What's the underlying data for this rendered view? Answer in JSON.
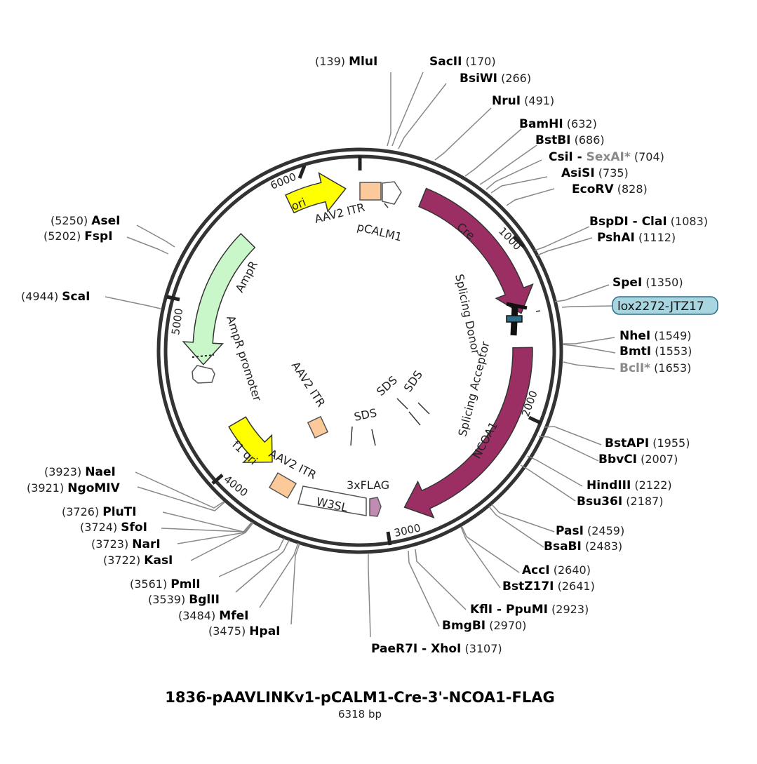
{
  "title": "1836-pAAVLINKv1-pCALM1-Cre-3'-NCOA1-FLAG",
  "length_label": "6318 bp",
  "total_bp": 6318,
  "tick_labels": [
    "1000",
    "2000",
    "3000",
    "4000",
    "5000",
    "6000"
  ],
  "highlighted_site": "lox2272-JTZ17",
  "colors": {
    "cre": "#9b2f63",
    "ncoa1": "#9b2f63",
    "ori": "#ffff00",
    "ampr": "#c9f7c9",
    "itr": "#fcc99a",
    "tag": "#c08cb1",
    "lox": "#2d6f8a",
    "highlight_box": "#a7d5e0"
  },
  "sites": [
    {
      "name": "MluI",
      "pos": "(139)"
    },
    {
      "name": "SacII",
      "pos": "(170)"
    },
    {
      "name": "BsiWI",
      "pos": "(266)"
    },
    {
      "name": "NruI",
      "pos": "(491)"
    },
    {
      "name": "BamHI",
      "pos": "(632)"
    },
    {
      "name": "BstBI",
      "pos": "(686)"
    },
    {
      "name": "CsiI - ",
      "name2": "SexAI*",
      "pos": "(704)"
    },
    {
      "name": "AsiSI",
      "pos": "(735)"
    },
    {
      "name": "EcoRV",
      "pos": "(828)"
    },
    {
      "name": "BspDI - ClaI",
      "pos": "(1083)"
    },
    {
      "name": "PshAI",
      "pos": "(1112)"
    },
    {
      "name": "SpeI",
      "pos": "(1350)"
    },
    {
      "name": "NheI",
      "pos": "(1549)"
    },
    {
      "name": "BmtI",
      "pos": "(1553)"
    },
    {
      "name": "BclI*",
      "pos": "(1653)"
    },
    {
      "name": "BstAPI",
      "pos": "(1955)"
    },
    {
      "name": "BbvCI",
      "pos": "(2007)"
    },
    {
      "name": "HindIII",
      "pos": "(2122)"
    },
    {
      "name": "Bsu36I",
      "pos": "(2187)"
    },
    {
      "name": "PasI",
      "pos": "(2459)"
    },
    {
      "name": "BsaBI",
      "pos": "(2483)"
    },
    {
      "name": "AccI",
      "pos": "(2640)"
    },
    {
      "name": "BstZ17I",
      "pos": "(2641)"
    },
    {
      "name": "KflI - PpuMI",
      "pos": "(2923)"
    },
    {
      "name": "BmgBI",
      "pos": "(2970)"
    },
    {
      "name": "PaeR7I - XhoI",
      "pos": "(3107)"
    },
    {
      "name": "HpaI",
      "pos": "(3475)"
    },
    {
      "name": "MfeI",
      "pos": "(3484)"
    },
    {
      "name": "BglII",
      "pos": "(3539)"
    },
    {
      "name": "PmlI",
      "pos": "(3561)"
    },
    {
      "name": "KasI",
      "pos": "(3722)"
    },
    {
      "name": "NarI",
      "pos": "(3723)"
    },
    {
      "name": "SfoI",
      "pos": "(3724)"
    },
    {
      "name": "PluTI",
      "pos": "(3726)"
    },
    {
      "name": "NgoMIV",
      "pos": "(3921)"
    },
    {
      "name": "NaeI",
      "pos": "(3923)"
    },
    {
      "name": "ScaI",
      "pos": "(4944)"
    },
    {
      "name": "FspI",
      "pos": "(5202)"
    },
    {
      "name": "AseI",
      "pos": "(5250)"
    }
  ],
  "features": [
    {
      "name": "Cre",
      "start": 390,
      "end": 1350,
      "dir": 1,
      "color": "#9b2f63",
      "label": "Cre"
    },
    {
      "name": "NCOA1",
      "start": 1560,
      "end": 2880,
      "dir": 1,
      "color": "#9b2f63",
      "label": "NCOA1"
    },
    {
      "name": "ori",
      "start": 5870,
      "end": 6230,
      "dir": 1,
      "color": "#ffff00",
      "label": "ori"
    },
    {
      "name": "AmpR",
      "start": 4650,
      "end": 5520,
      "dir": -1,
      "color": "#c9f7c9",
      "label": "AmpR"
    },
    {
      "name": "f1 ori",
      "start": 3830,
      "end": 4210,
      "dir": -1,
      "color": "#ffff00",
      "label": "f1 ori"
    }
  ],
  "labels": {
    "aav2_itr_top": "AAV2 ITR",
    "pcalm1": "pCALM1",
    "splicing_donor": "Splicing Donor",
    "splicing_acceptor": "Splicing Acceptor",
    "ampr_promoter": "AmpR promoter",
    "aav2_itr_center": "AAV2 ITR",
    "sds_1": "SDS",
    "sds_2": "SDS",
    "sds_3": "SDS",
    "aav2_itr_bottom": "AAV2 ITR",
    "w3sl": "W3SL",
    "flag": "3xFLAG"
  }
}
